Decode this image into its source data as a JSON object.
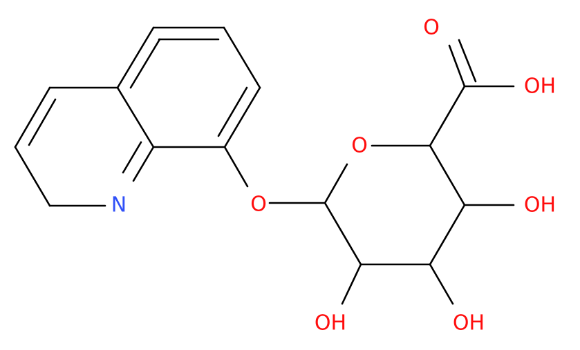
{
  "molecule": {
    "atom_labels": {
      "ring_nitrogen": "N",
      "ether_oxygen": "O",
      "ring_oxygen": "O",
      "carbonyl_oxygen": "O",
      "acid_hydroxyl": "OH",
      "hydroxyl_right": "OH",
      "hydroxyl_bottom_left": "OH",
      "hydroxyl_bottom_right": "OH"
    },
    "colors": {
      "bond": "#000000",
      "oxygen": "#ff0d0d",
      "nitrogen": "#3050f8"
    }
  }
}
